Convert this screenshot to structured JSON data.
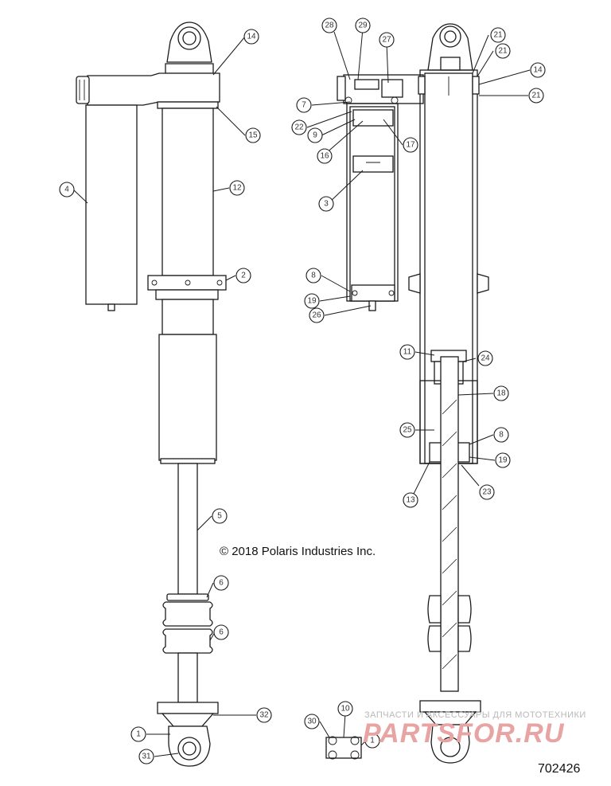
{
  "copyright": "© 2018 Polaris Industries Inc.",
  "diagram_number": "702426",
  "watermark": {
    "tagline": "ЗАПЧАСТИ И АКСЕССУАРЫ ДЛЯ МОТОТЕХНИКИ",
    "logo": "PARTSFOR.RU"
  },
  "callouts": [
    {
      "id": "c14a",
      "label": "14"
    },
    {
      "id": "c15",
      "label": "15"
    },
    {
      "id": "c4",
      "label": "4"
    },
    {
      "id": "c12",
      "label": "12"
    },
    {
      "id": "c2",
      "label": "2"
    },
    {
      "id": "c5",
      "label": "5"
    },
    {
      "id": "c6a",
      "label": "6"
    },
    {
      "id": "c6b",
      "label": "6"
    },
    {
      "id": "c32",
      "label": "32"
    },
    {
      "id": "c1",
      "label": "1"
    },
    {
      "id": "c31",
      "label": "31"
    },
    {
      "id": "c28",
      "label": "28"
    },
    {
      "id": "c29",
      "label": "29"
    },
    {
      "id": "c27",
      "label": "27"
    },
    {
      "id": "c7",
      "label": "7"
    },
    {
      "id": "c22",
      "label": "22"
    },
    {
      "id": "c9",
      "label": "9"
    },
    {
      "id": "c16",
      "label": "16"
    },
    {
      "id": "c17",
      "label": "17"
    },
    {
      "id": "c3",
      "label": "3"
    },
    {
      "id": "c8a",
      "label": "8"
    },
    {
      "id": "c19a",
      "label": "19"
    },
    {
      "id": "c26",
      "label": "26"
    },
    {
      "id": "c21a",
      "label": "21"
    },
    {
      "id": "c21b",
      "label": "21"
    },
    {
      "id": "c14b",
      "label": "14"
    },
    {
      "id": "c21c",
      "label": "21"
    },
    {
      "id": "c11",
      "label": "11"
    },
    {
      "id": "c24",
      "label": "24"
    },
    {
      "id": "c18",
      "label": "18"
    },
    {
      "id": "c25",
      "label": "25"
    },
    {
      "id": "c8b",
      "label": "8"
    },
    {
      "id": "c19b",
      "label": "19"
    },
    {
      "id": "c13",
      "label": "13"
    },
    {
      "id": "c23",
      "label": "23"
    },
    {
      "id": "c30",
      "label": "30"
    },
    {
      "id": "c10",
      "label": "10"
    },
    {
      "id": "c1b",
      "label": "1"
    }
  ]
}
